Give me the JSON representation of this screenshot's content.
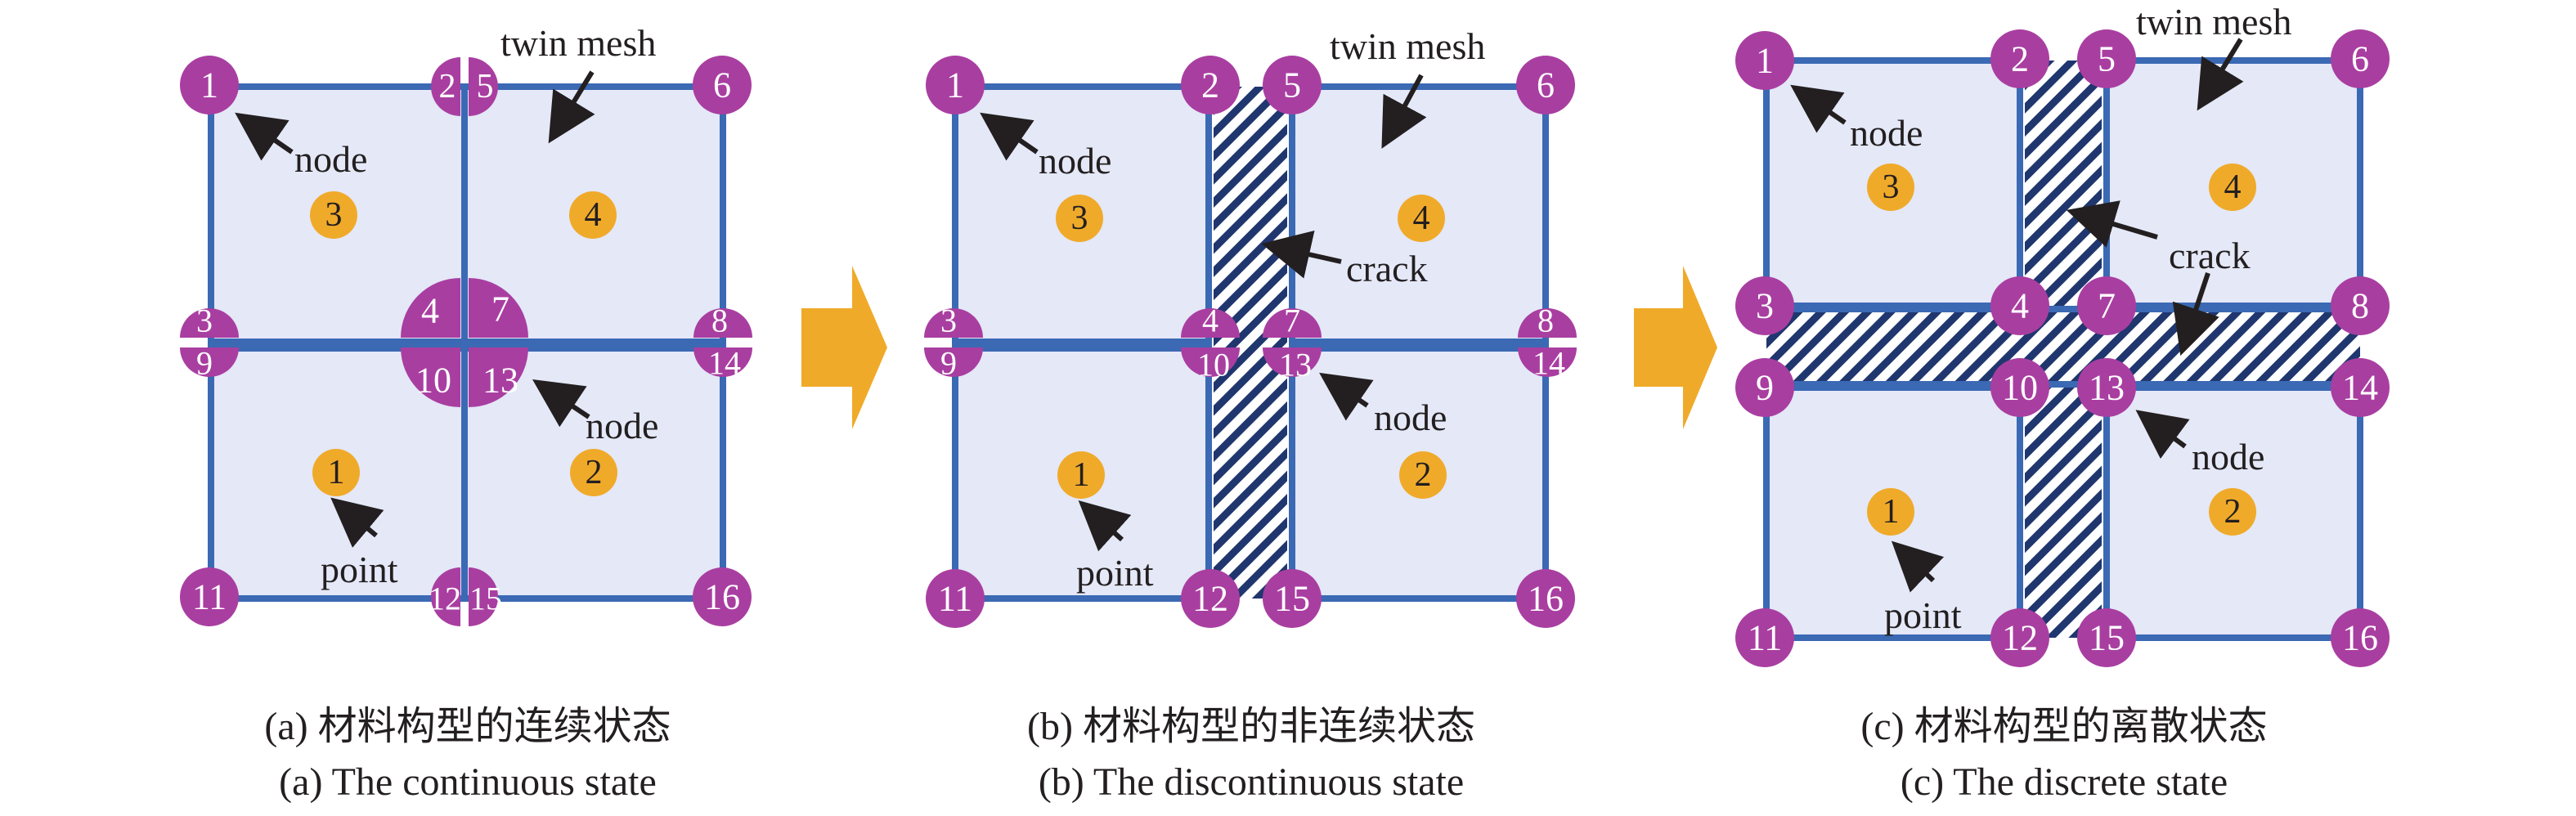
{
  "colors": {
    "mesh_fill": "#e4e8f7",
    "mesh_line": "#3b69b4",
    "node": "#a93ea1",
    "point": "#f0aa2a",
    "arrow": "#f0aa2a",
    "crack": "#20366e"
  },
  "panels": [
    {
      "twin_mesh_label": "twin mesh",
      "node_label": "node",
      "point_label": "point",
      "caption_cn": "(a) 材料构型的连续状态",
      "caption_en": "(a) The continuous state",
      "nodes": [
        "1",
        "2",
        "5",
        "6",
        "3",
        "9",
        "4",
        "7",
        "10",
        "13",
        "8",
        "14",
        "11",
        "12",
        "15",
        "16"
      ],
      "points": [
        "3",
        "4",
        "1",
        "2"
      ]
    },
    {
      "twin_mesh_label": "twin mesh",
      "node_label": "node",
      "point_label": "point",
      "crack_label": "crack",
      "caption_cn": "(b) 材料构型的非连续状态",
      "caption_en": "(b) The discontinuous state",
      "nodes": [
        "1",
        "2",
        "5",
        "6",
        "3",
        "9",
        "4",
        "7",
        "10",
        "13",
        "8",
        "14",
        "11",
        "12",
        "15",
        "16"
      ],
      "points": [
        "3",
        "4",
        "1",
        "2"
      ]
    },
    {
      "twin_mesh_label": "twin mesh",
      "node_label": "node",
      "point_label": "point",
      "crack_label": "crack",
      "caption_cn": "(c) 材料构型的离散状态",
      "caption_en": "(c) The discrete state",
      "nodes": [
        "1",
        "2",
        "5",
        "6",
        "3",
        "4",
        "7",
        "8",
        "9",
        "10",
        "13",
        "14",
        "11",
        "12",
        "15",
        "16"
      ],
      "points": [
        "3",
        "4",
        "1",
        "2"
      ]
    }
  ]
}
